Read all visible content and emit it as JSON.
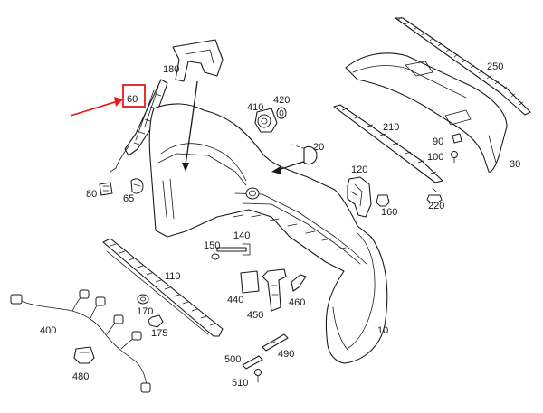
{
  "callouts": {
    "c10": "10",
    "c20": "20",
    "c30": "30",
    "c60": "60",
    "c65": "65",
    "c80": "80",
    "c90": "90",
    "c100": "100",
    "c110": "110",
    "c120": "120",
    "c140": "140",
    "c150": "150",
    "c160": "160",
    "c170": "170",
    "c175": "175",
    "c180": "180",
    "c210": "210",
    "c220": "220",
    "c250": "250",
    "c400": "400",
    "c410": "410",
    "c420": "420",
    "c440": "440",
    "c450": "450",
    "c460": "460",
    "c480": "480",
    "c490": "490",
    "c500": "500",
    "c510": "510"
  },
  "highlight": {
    "part": "60",
    "box_color": "#e8191c",
    "arrow_color": "#e8191c"
  }
}
